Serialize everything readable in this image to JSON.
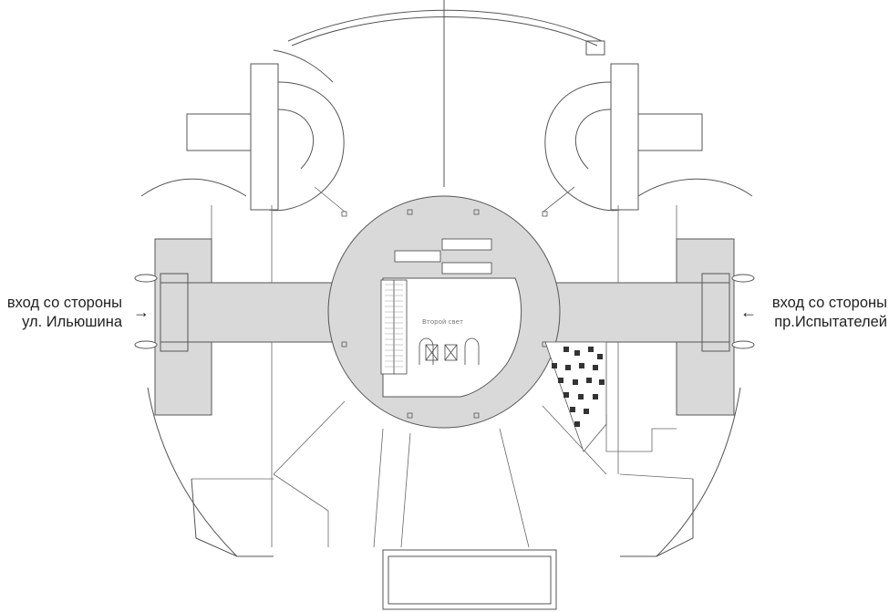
{
  "entrances": {
    "left": {
      "line1": "вход со стороны",
      "line2": "ул. Ильюшина"
    },
    "right": {
      "line1": "вход со стороны",
      "line2": "пр.Испытателей"
    },
    "arrow_left": "→",
    "arrow_right": "←"
  },
  "floor": {
    "second_light_label": "Второй свет"
  },
  "colors": {
    "corridor": "#d9d9d9",
    "walls": "#555555",
    "background": "#ffffff"
  }
}
